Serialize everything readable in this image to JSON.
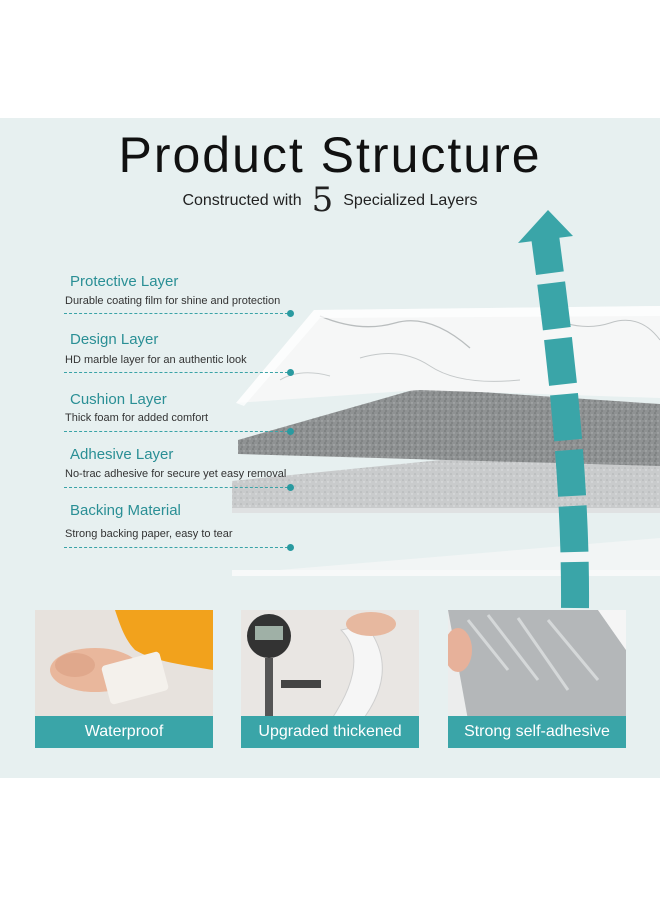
{
  "header": {
    "title": "Product Structure",
    "subtitle_pre": "Constructed with",
    "subtitle_num": "5",
    "subtitle_post": "Specialized Layers"
  },
  "layers": [
    {
      "name": "Protective Layer",
      "desc": "Durable coating film for shine and protection"
    },
    {
      "name": "Design Layer",
      "desc": "HD marble layer for an authentic look"
    },
    {
      "name": "Cushion Layer",
      "desc": "Thick foam for added comfort"
    },
    {
      "name": "Adhesive Layer",
      "desc": "No-trac adhesive for secure yet easy removal"
    },
    {
      "name": "Backing Material",
      "desc": "Strong backing paper, easy to tear"
    }
  ],
  "features": [
    {
      "label": "Waterproof",
      "icon": "hand-wiping-sponge-photo"
    },
    {
      "label": "Upgraded  thickened",
      "icon": "digital-thickness-gauge-photo"
    },
    {
      "label": "Strong self-adhesive",
      "icon": "peeling-adhesive-backing-photo"
    }
  ],
  "colors": {
    "accent": "#3aa5a8",
    "panel_bg": "#e7f0f0",
    "title": "#111111"
  }
}
